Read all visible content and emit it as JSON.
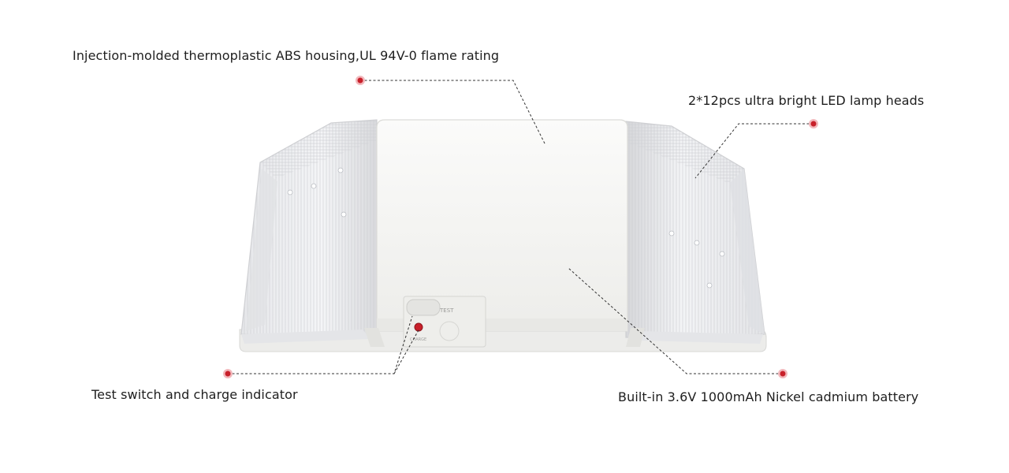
{
  "callouts": {
    "housing": "Injection-molded thermoplastic ABS housing,UL 94V-0 flame rating",
    "led_heads": "2*12pcs ultra bright LED lamp heads",
    "test_switch": "Test switch and charge indicator",
    "battery": "Built-in 3.6V 1000mAh Nickel cadmium battery"
  },
  "device": {
    "test_label": "TEST",
    "charge_label": "CHARGE"
  },
  "colors": {
    "marker": "#c8202a",
    "marker_halo": "#f2b8bc",
    "leader_line": "#333333",
    "housing": "#f3f3f1"
  }
}
